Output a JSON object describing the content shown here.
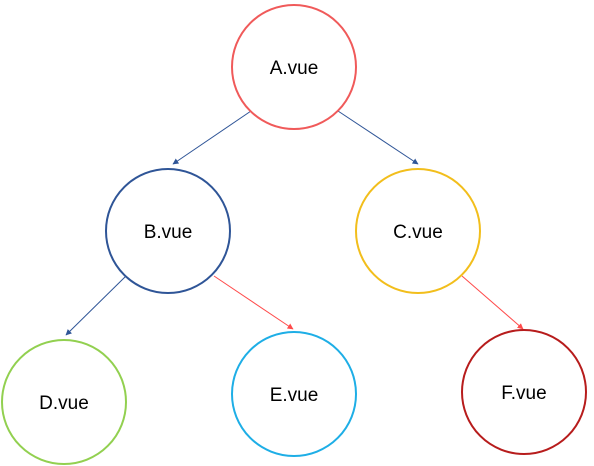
{
  "nodes": [
    {
      "id": "a",
      "label": "A.vue",
      "color": "#f05a5a"
    },
    {
      "id": "b",
      "label": "B.vue",
      "color": "#2f5597"
    },
    {
      "id": "c",
      "label": "C.vue",
      "color": "#f2be1c"
    },
    {
      "id": "d",
      "label": "D.vue",
      "color": "#92d050"
    },
    {
      "id": "e",
      "label": "E.vue",
      "color": "#1eaee6"
    },
    {
      "id": "f",
      "label": "F.vue",
      "color": "#b71c1c"
    }
  ],
  "edges": [
    {
      "from": "A.vue",
      "to": "B.vue",
      "color": "#2f5597"
    },
    {
      "from": "A.vue",
      "to": "C.vue",
      "color": "#2f5597"
    },
    {
      "from": "B.vue",
      "to": "D.vue",
      "color": "#2f5597"
    },
    {
      "from": "B.vue",
      "to": "E.vue",
      "color": "#ff4b4b"
    },
    {
      "from": "C.vue",
      "to": "F.vue",
      "color": "#ff4b4b"
    }
  ]
}
